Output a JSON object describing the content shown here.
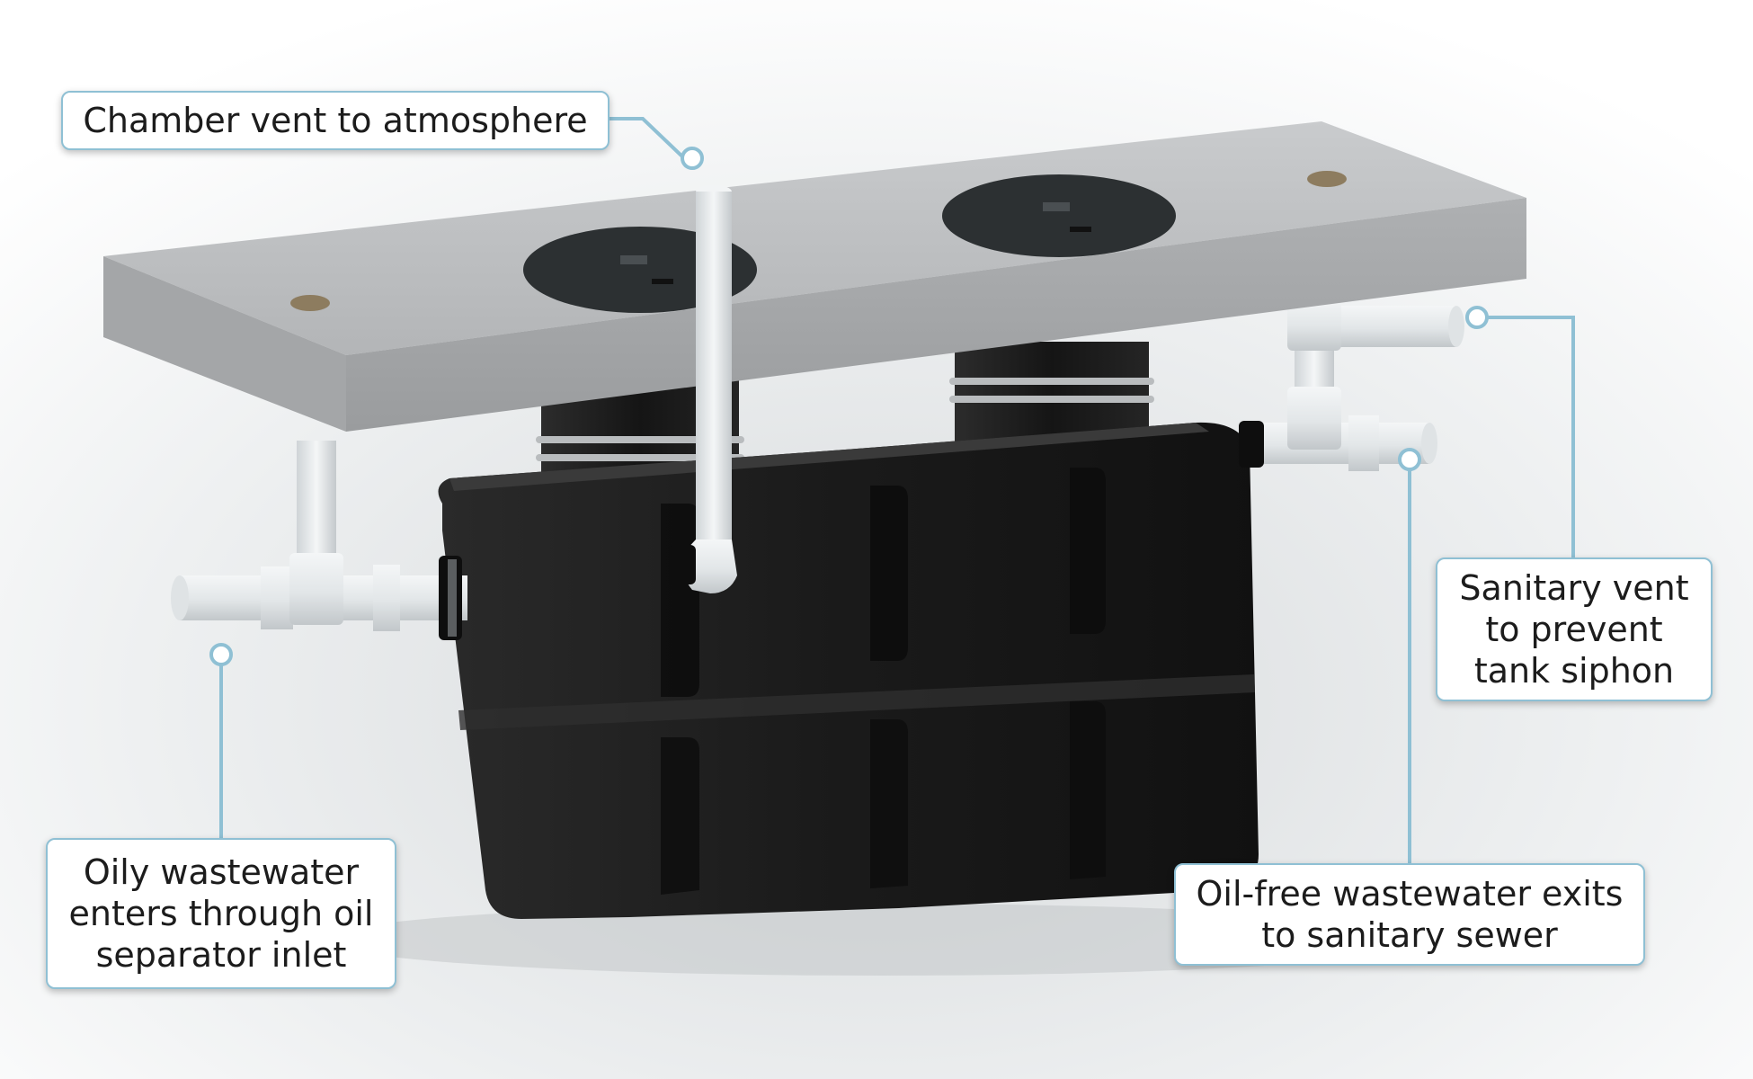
{
  "callouts": {
    "chamber_vent": {
      "lines": [
        "Chamber vent to atmosphere"
      ]
    },
    "sanitary_vent": {
      "lines": [
        "Sanitary vent",
        "to prevent",
        "tank siphon"
      ]
    },
    "oil_free_exit": {
      "lines": [
        "Oil-free wastewater exits",
        "to sanitary sewer"
      ]
    },
    "oily_inlet": {
      "lines": [
        "Oily wastewater",
        "enters through oil",
        "separator inlet"
      ]
    }
  },
  "colors": {
    "leader_line": "#8fc0d4",
    "tank": "#1c1c1c",
    "slab": "#a9abad",
    "pipe": "#e8ecee"
  }
}
